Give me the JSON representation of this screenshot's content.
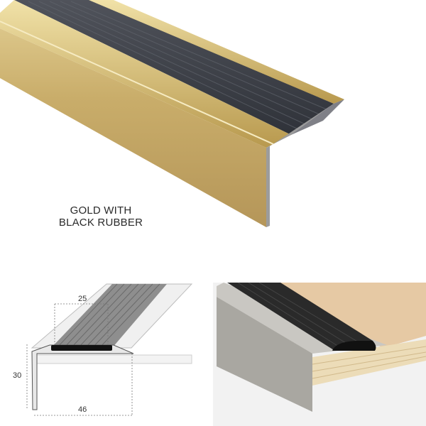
{
  "product": {
    "caption_line1": "GOLD WITH",
    "caption_line2": "BLACK RUBBER",
    "finish_color": "#c9ad6a",
    "rubber_color": "#3c3f47"
  },
  "drawing": {
    "dim_top": "25",
    "dim_left": "30",
    "dim_bottom": "46"
  },
  "installed_view": {
    "profile_color": "#a9a7a1",
    "rubber_color": "#2a2a2a",
    "wood_color": "#e6c9a4"
  }
}
